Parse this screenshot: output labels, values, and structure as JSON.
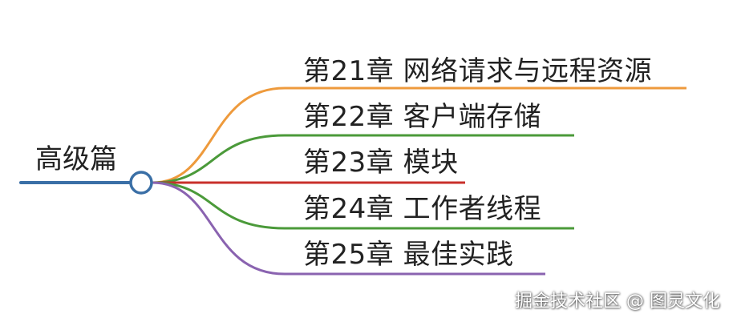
{
  "mindmap": {
    "root": {
      "label": "高级篇",
      "color": "#3a6fa6"
    },
    "branches": [
      {
        "label": "第21章  网络请求与远程资源",
        "color": "#ee9a3c"
      },
      {
        "label": "第22章  客户端存储",
        "color": "#4b9a3a"
      },
      {
        "label": "第23章  模块",
        "color": "#c8302b"
      },
      {
        "label": "第24章  工作者线程",
        "color": "#4b9a3a"
      },
      {
        "label": "第25章  最佳实践",
        "color": "#8a63b0"
      }
    ]
  },
  "watermark": {
    "text": "掘金技术社区 @ 图灵文化"
  }
}
